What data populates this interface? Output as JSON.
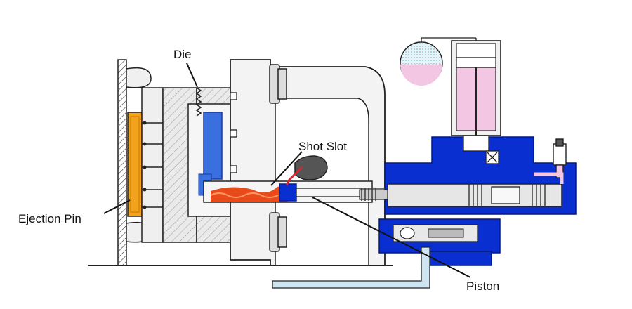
{
  "labels": {
    "die": "Die",
    "shot_slot": "Shot Slot",
    "ejection_pin": "Ejection Pin",
    "piston": "Piston"
  },
  "colors": {
    "background": "#ffffff",
    "outline": "#1a1a1a",
    "frame_fill": "#f2f2f2",
    "hatch_fill": "#e6e6e6",
    "ejector_orange": "#f0a020",
    "die_cavity_blue": "#3a6fe0",
    "molten_metal": "#e84a1a",
    "hydraulic_blue": "#0a2fd0",
    "pink_fluid": "#f3c6e4",
    "light_blue_pipe": "#cfe6f2"
  },
  "icons": [
    "ladle-icon",
    "accumulator-icon",
    "hydraulic-cylinder-icon"
  ]
}
